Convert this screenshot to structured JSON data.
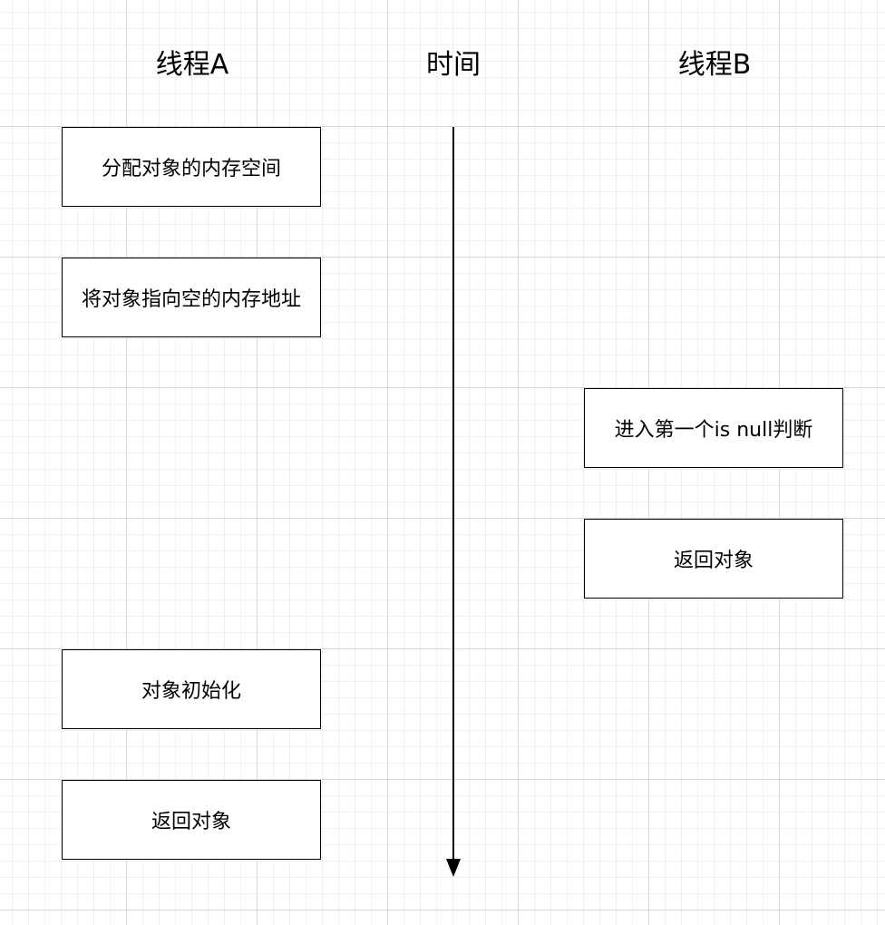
{
  "headers": {
    "thread_a": "线程A",
    "time": "时间",
    "thread_b": "线程B"
  },
  "thread_a_steps": [
    "分配对象的内存空间",
    "将对象指向空的内存地址",
    "对象初始化",
    "返回对象"
  ],
  "thread_b_steps": [
    "进入第一个is null判断",
    "返回对象"
  ]
}
